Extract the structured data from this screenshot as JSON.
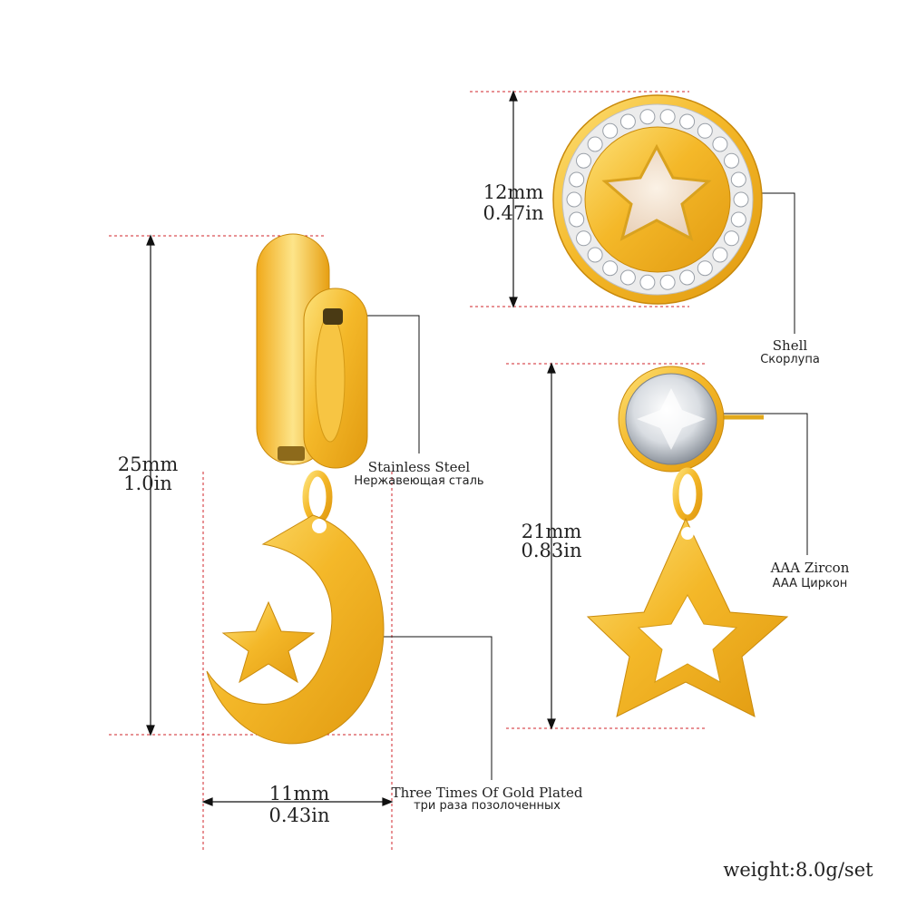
{
  "hoop_dimension": {
    "mm": "25mm",
    "in": "1.0in"
  },
  "width_dimension": {
    "mm": "11mm",
    "in": "0.43in"
  },
  "stud_round_dimension": {
    "mm": "12mm",
    "in": "0.47in"
  },
  "stud_star_dimension": {
    "mm": "21mm",
    "in": "0.83in"
  },
  "callouts": {
    "stainless": {
      "en": "Stainless Steel",
      "ru": "Нержавеющая сталь"
    },
    "gold": {
      "en": "Three Times Of Gold Plated",
      "ru": "три раза позолоченных"
    },
    "shell": {
      "en": "Shell",
      "ru": "Скорлупа"
    },
    "zircon": {
      "en": "AAA Zircon",
      "ru": "AAA Циркон"
    }
  },
  "weight": "weight:8.0g/set",
  "colors": {
    "gold": "#f2b52a",
    "gold_dark": "#d69412",
    "shell": "#f3e2cf",
    "guide": "#d0262b"
  }
}
